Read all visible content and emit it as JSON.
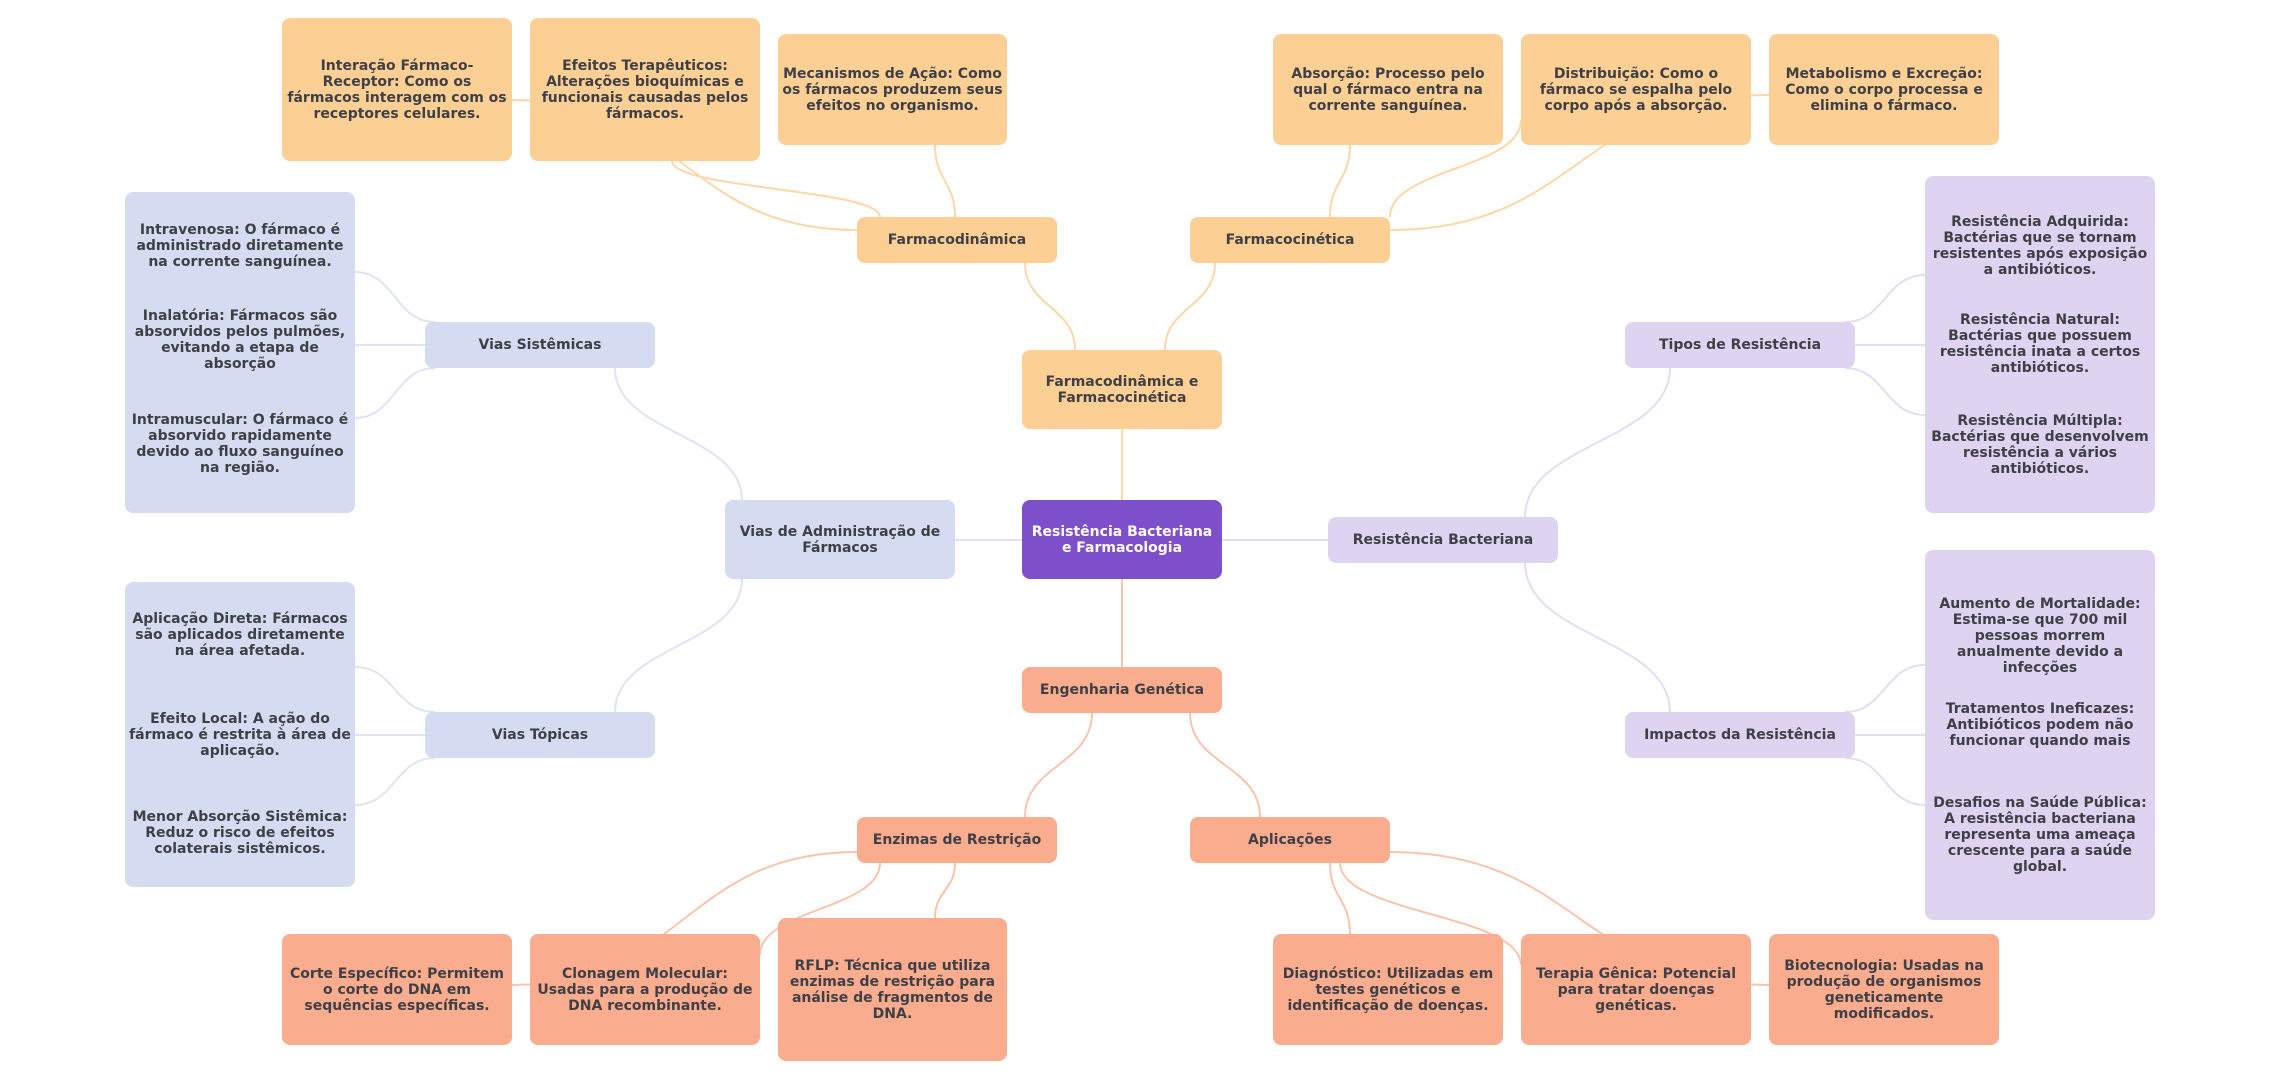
{
  "colors": {
    "root": "#7e4fcb",
    "farmaco": "#fcd095",
    "vias": "#d5dcf1",
    "resistencia": "#ded3f0",
    "engenharia": "#f9ac8e",
    "text": "#3f3f46"
  },
  "root": {
    "label": "Resistência Bacteriana e Farmacologia"
  },
  "branches": {
    "farmaco": {
      "label": "Farmacodinâmica e Farmacocinética",
      "farmacodinamica": {
        "label": "Farmacodinâmica",
        "leaves": [
          "Interação Fármaco-Receptor: Como os fármacos interagem com os receptores celulares.",
          "Efeitos Terapêuticos: Alterações bioquímicas e funcionais causadas pelos fármacos.",
          "Mecanismos de Ação: Como os fármacos produzem seus efeitos no organismo."
        ]
      },
      "farmacocinetica": {
        "label": "Farmacocinética",
        "leaves": [
          "Absorção: Processo pelo qual o fármaco entra na corrente sanguínea.",
          "Distribuição: Como o fármaco se espalha pelo corpo após a absorção.",
          "Metabolismo e Excreção: Como o corpo processa e elimina o fármaco."
        ]
      }
    },
    "vias": {
      "label": "Vias de Administração de Fármacos",
      "sistemicas": {
        "label": "Vias Sistêmicas",
        "leaves": [
          "Intravenosa: O fármaco é administrado diretamente na corrente sanguínea.",
          "Inalatória: Fármacos são absorvidos pelos pulmões, evitando a etapa de absorção",
          "Intramuscular: O fármaco é absorvido rapidamente devido ao fluxo sanguíneo na região."
        ]
      },
      "topicas": {
        "label": "Vias Tópicas",
        "leaves": [
          "Aplicação Direta: Fármacos são aplicados diretamente na área afetada.",
          "Efeito Local: A ação do fármaco é restrita à área de aplicação.",
          "Menor Absorção Sistêmica: Reduz o risco de efeitos colaterais sistêmicos."
        ]
      }
    },
    "resistencia": {
      "label": "Resistência Bacteriana",
      "tipos": {
        "label": "Tipos de Resistência",
        "leaves": [
          "Resistência Adquirida: Bactérias que se tornam resistentes após exposição a antibióticos.",
          "Resistência Natural: Bactérias que possuem resistência inata a certos antibióticos.",
          "Resistência Múltipla: Bactérias que desenvolvem resistência a vários antibióticos."
        ]
      },
      "impactos": {
        "label": "Impactos da Resistência",
        "leaves": [
          "Aumento de Mortalidade: Estima-se que 700 mil pessoas morrem anualmente devido a infecções",
          "Tratamentos Ineficazes: Antibióticos podem não funcionar quando mais",
          "Desafios na Saúde Pública: A resistência bacteriana representa uma ameaça crescente para a saúde global."
        ]
      }
    },
    "engenharia": {
      "label": "Engenharia Genética",
      "enzimas": {
        "label": "Enzimas de Restrição",
        "leaves": [
          "Corte Específico: Permitem o corte do DNA em sequências específicas.",
          "Clonagem Molecular: Usadas para a produção de DNA recombinante.",
          "RFLP: Técnica que utiliza enzimas de restrição para análise de fragmentos de DNA."
        ]
      },
      "aplicacoes": {
        "label": "Aplicações",
        "leaves": [
          "Diagnóstico: Utilizadas em testes genéticos e identificação de doenças.",
          "Terapia Gênica: Potencial para tratar doenças genéticas.",
          "Biotecnologia: Usadas na produção de organismos geneticamente modificados."
        ]
      }
    }
  }
}
